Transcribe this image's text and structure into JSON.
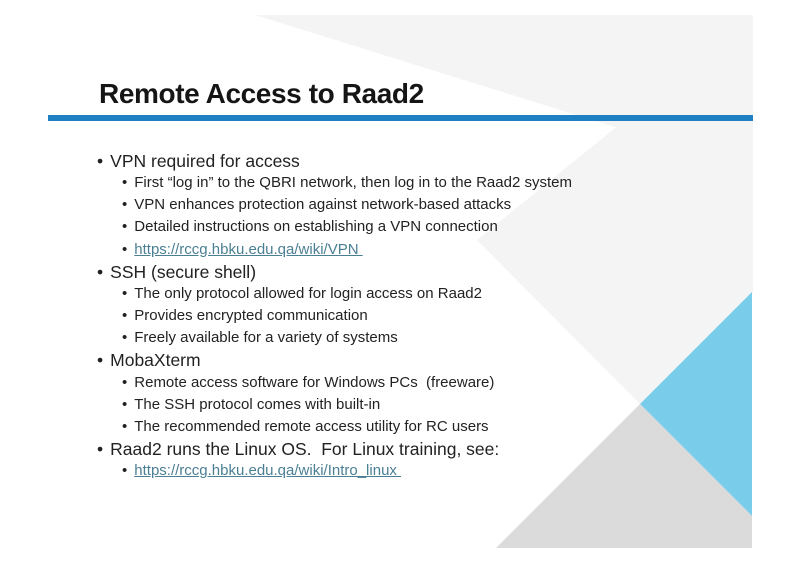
{
  "slide": {
    "title": "Remote Access to Raad2",
    "colors": {
      "accent_rule": "#1E80C1",
      "link": "#4A7F94",
      "body_text": "#222222",
      "title_text": "#151515",
      "shape_light_gray": "#F4F4F4",
      "shape_cyan": "#79CDEA",
      "shape_medium_gray": "#DBDBDB"
    },
    "bullets": [
      {
        "label": "VPN required for access",
        "items": [
          {
            "type": "text",
            "text": "First “log in” to the QBRI network, then log in to the Raad2 system"
          },
          {
            "type": "text",
            "text": "VPN enhances protection against network-based attacks"
          },
          {
            "type": "text",
            "text": "Detailed instructions on establishing a VPN connection"
          },
          {
            "type": "link",
            "text": "https://rccg.hbku.edu.qa/wiki/VPN"
          }
        ]
      },
      {
        "label": "SSH (secure shell)",
        "items": [
          {
            "type": "text",
            "text": "The only protocol allowed for login access on Raad2"
          },
          {
            "type": "text",
            "text": "Provides encrypted communication"
          },
          {
            "type": "text",
            "text": "Freely available for a variety of systems"
          }
        ]
      },
      {
        "label": "MobaXterm",
        "items": [
          {
            "type": "text",
            "text": "Remote access software for Windows PCs  (freeware)"
          },
          {
            "type": "text",
            "text": "The SSH protocol comes with built-in"
          },
          {
            "type": "text",
            "text": "The recommended remote access utility for RC users"
          }
        ]
      },
      {
        "label": "Raad2 runs the Linux OS.  For Linux training, see:",
        "items": [
          {
            "type": "link",
            "text": "https://rccg.hbku.edu.qa/wiki/Intro_linux"
          }
        ]
      }
    ]
  }
}
